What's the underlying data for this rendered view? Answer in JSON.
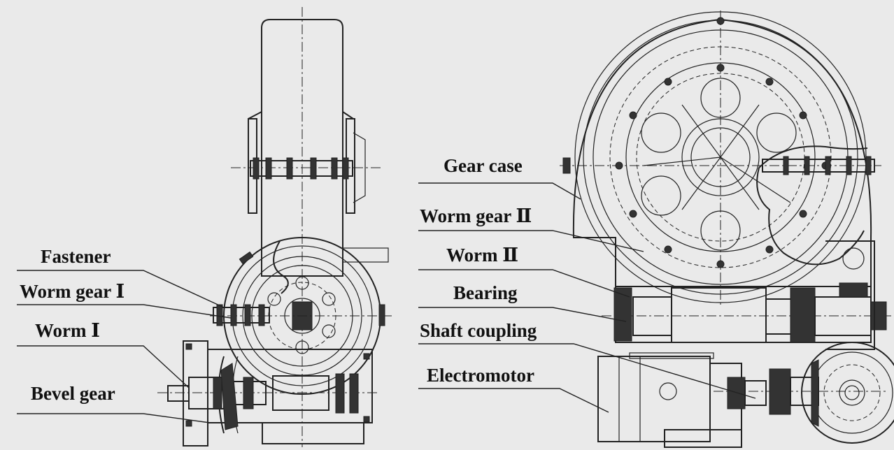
{
  "labels": {
    "fastener": "Fastener",
    "worm_gear_1": "Worm gear Ⅰ",
    "worm_1": "Worm Ⅰ",
    "bevel_gear": "Bevel gear",
    "gear_case": "Gear case",
    "worm_gear_2": "Worm gear Ⅱ",
    "worm_2": "Worm Ⅱ",
    "bearing": "Bearing",
    "shaft_coupling": "Shaft coupling",
    "electromotor": "Electromotor"
  },
  "colors": {
    "background": "#eaeaea",
    "line": "#222222"
  }
}
